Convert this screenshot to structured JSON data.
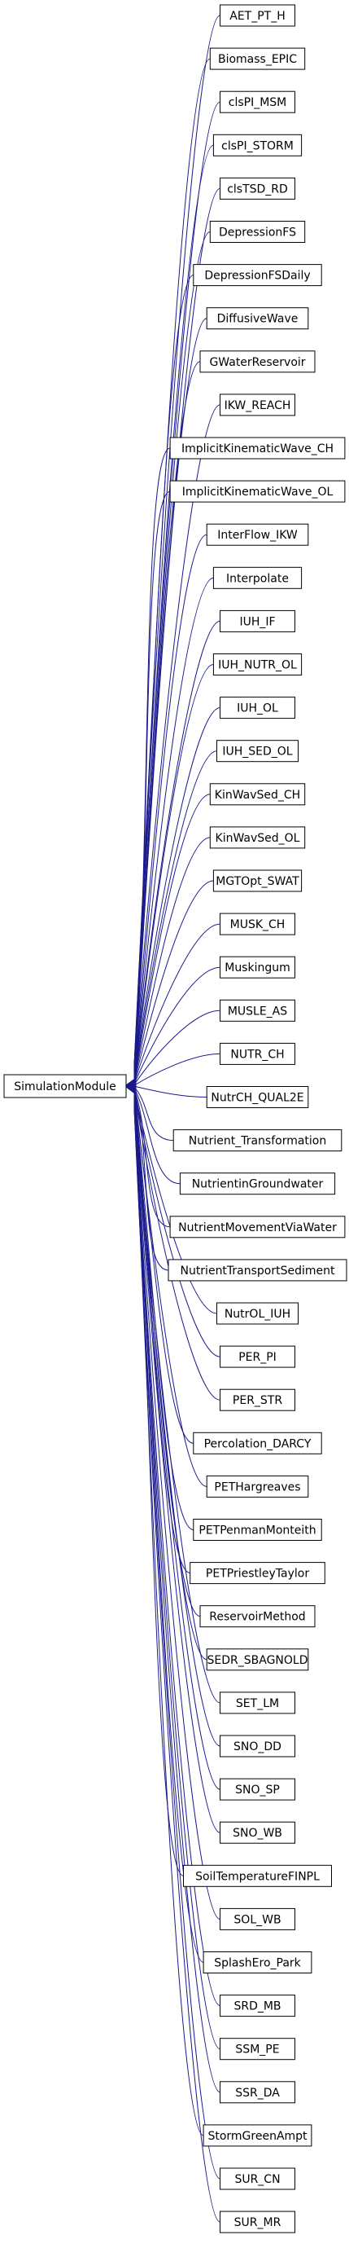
{
  "graph": {
    "base_class": "SimulationModule",
    "derived_classes": [
      "AET_PT_H",
      "Biomass_EPIC",
      "clsPI_MSM",
      "clsPI_STORM",
      "clsTSD_RD",
      "DepressionFS",
      "DepressionFSDaily",
      "DiffusiveWave",
      "GWaterReservoir",
      "IKW_REACH",
      "ImplicitKinematicWave_CH",
      "ImplicitKinematicWave_OL",
      "InterFlow_IKW",
      "Interpolate",
      "IUH_IF",
      "IUH_NUTR_OL",
      "IUH_OL",
      "IUH_SED_OL",
      "KinWavSed_CH",
      "KinWavSed_OL",
      "MGTOpt_SWAT",
      "MUSK_CH",
      "Muskingum",
      "MUSLE_AS",
      "NUTR_CH",
      "NutrCH_QUAL2E",
      "Nutrient_Transformation",
      "NutrientinGroundwater",
      "NutrientMovementViaWater",
      "NutrientTransportSediment",
      "NutrOL_IUH",
      "PER_PI",
      "PER_STR",
      "Percolation_DARCY",
      "PETHargreaves",
      "PETPenmanMonteith",
      "PETPriestleyTaylor",
      "ReservoirMethod",
      "SEDR_SBAGNOLD",
      "SET_LM",
      "SNO_DD",
      "SNO_SP",
      "SNO_WB",
      "SoilTemperatureFINPL",
      "SOL_WB",
      "SplashEro_Park",
      "SRD_MB",
      "SSM_PE",
      "SSR_DA",
      "StormGreenAmpt",
      "SUR_CN",
      "SUR_MR"
    ]
  },
  "colors": {
    "edge": "#1a1a8c",
    "box_border": "#000000",
    "box_fill": "#ffffff",
    "text": "#000000"
  }
}
